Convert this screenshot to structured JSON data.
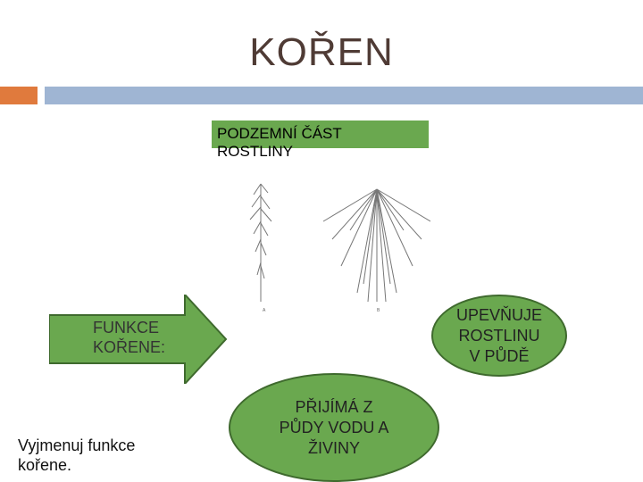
{
  "slide": {
    "title": "KOŘEN",
    "box_label_1": "PODZEMNÍ ČÁST",
    "box_label_2": "ROSTLINY",
    "arrow_label_1": "FUNKCE",
    "arrow_label_2": "KOŘENE:",
    "function_1_line_1": "UPEVŇUJE",
    "function_1_line_2": "ROSTLINU",
    "function_1_line_3": "V PŮDĚ",
    "function_2_line_1": "PŘIJÍMÁ Z",
    "function_2_line_2": "PŮDY VODU A",
    "function_2_line_3": "ŽIVINY",
    "task_line_1": "Vyjmenuj funkce",
    "task_line_2": "kořene.",
    "image_label_a": "A",
    "image_label_b": "B"
  },
  "colors": {
    "title": "#4f3b35",
    "orange_bar": "#e07a3d",
    "blue_bar": "#9fb5d3",
    "green": "#6aa84f"
  }
}
